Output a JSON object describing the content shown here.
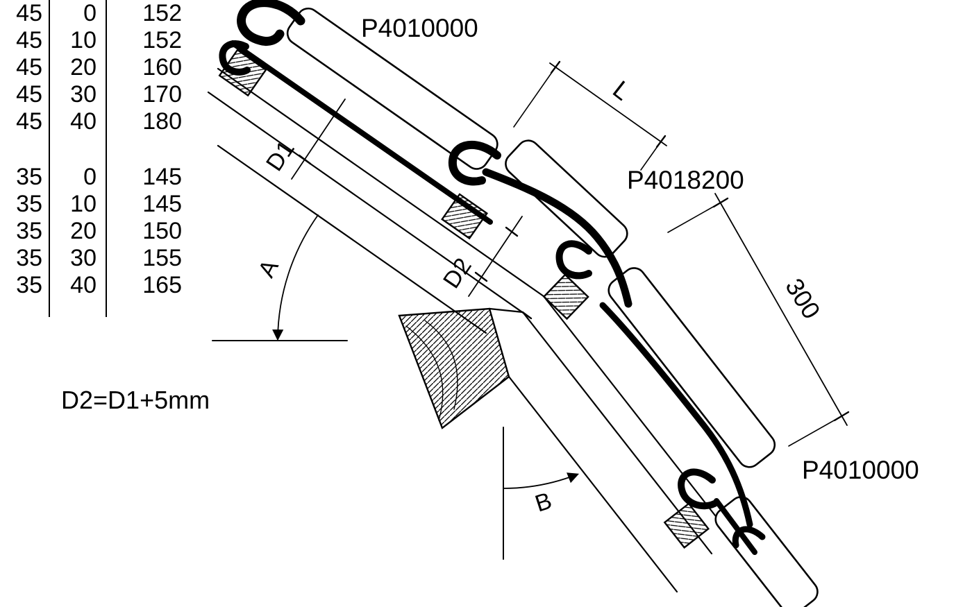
{
  "table": {
    "blocks": [
      {
        "rows": [
          [
            "45",
            "0",
            "152"
          ],
          [
            "45",
            "10",
            "152"
          ],
          [
            "45",
            "20",
            "160"
          ],
          [
            "45",
            "30",
            "170"
          ],
          [
            "45",
            "40",
            "180"
          ]
        ]
      },
      {
        "rows": [
          [
            "35",
            "0",
            "145"
          ],
          [
            "35",
            "10",
            "145"
          ],
          [
            "35",
            "20",
            "150"
          ],
          [
            "35",
            "30",
            "155"
          ],
          [
            "35",
            "40",
            "165"
          ]
        ]
      }
    ]
  },
  "labels": {
    "part_top": "P4010000",
    "part_middle": "P4018200",
    "part_bottom": "P4010000",
    "dim_l": "L",
    "dim_300": "300",
    "dim_d1": "D1",
    "dim_d2": "D2",
    "angle_a": "A",
    "angle_b": "B",
    "note": "D2=D1+5mm"
  },
  "colors": {
    "ink": "#000000",
    "paper": "#ffffff"
  }
}
